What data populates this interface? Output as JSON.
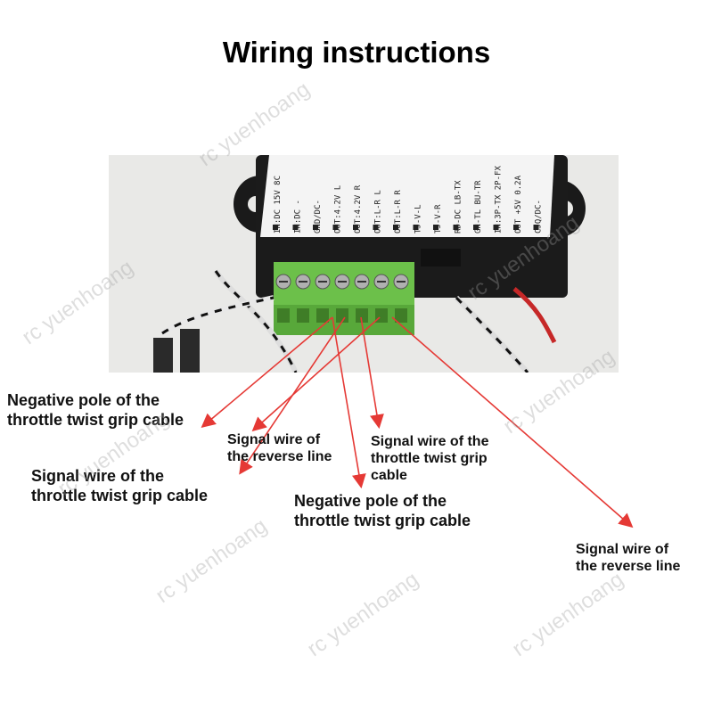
{
  "title": "Wiring instructions",
  "watermark": "rc yuenhoang",
  "module": {
    "pin_labels": [
      "IN:DC 15V 8C",
      "IN:DC -",
      "GND/DC-",
      "OUT:4.2V L",
      "OUT:4.2V R",
      "OUT:L-R L",
      "OUT:L-R R",
      "TJ-V-L",
      "TJ-V-R",
      "RD-DC LB-TX",
      "GN-TL BU-TR",
      "IN:3P-TX 2P-FX",
      "OUT +5V 0.2A",
      "CJQ/DC-"
    ]
  },
  "labels": {
    "neg_left": [
      "Negative pole of the",
      "throttle twist grip cable"
    ],
    "sig_throttle_left": [
      "Signal wire of the",
      "throttle twist grip cable"
    ],
    "sig_reverse_mid": [
      "Signal wire of",
      "the reverse line"
    ],
    "neg_mid": [
      "Negative pole of the",
      "throttle twist grip cable"
    ],
    "sig_throttle_right": [
      "Signal wire of the",
      "throttle twist grip",
      "cable"
    ],
    "sig_reverse_right": [
      "Signal wire of",
      "the reverse line"
    ]
  },
  "colors": {
    "arrow": "#e53935",
    "terminal_block": "#6cc04a",
    "module_body": "#1b1b1b",
    "label_panel": "#f4f4f4"
  }
}
